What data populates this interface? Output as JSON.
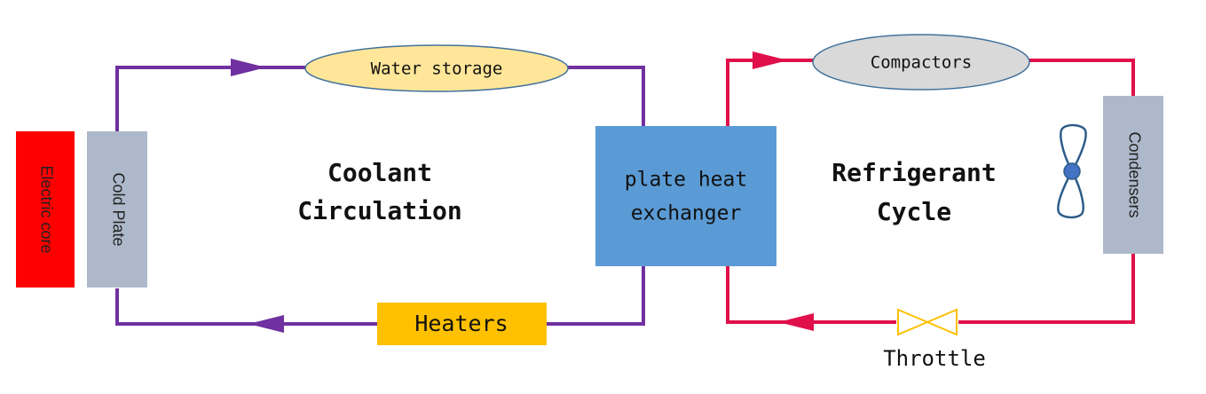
{
  "left_loop": {
    "label_line1": "Coolant",
    "label_line2": "Circulation",
    "color": "#7030A0",
    "electric_core": {
      "label": "Electric core",
      "color": "#FF0000"
    },
    "cold_plate": {
      "label": "Cold Plate",
      "color": "#ADB9CA"
    },
    "water_storage": {
      "label": "Water storage",
      "color": "#FFE699"
    },
    "heaters": {
      "label": "Heaters",
      "color": "#FFC000"
    }
  },
  "exchanger": {
    "label_line1": "plate heat",
    "label_line2": "exchanger",
    "color": "#5B9BD5"
  },
  "right_loop": {
    "label_line1": "Refrigerant",
    "label_line2": "Cycle",
    "color": "#E0104A",
    "compactors": {
      "label": "Compactors",
      "color": "#D9D9D9"
    },
    "condensers": {
      "label": "Condensers",
      "color": "#ADB9CA"
    },
    "throttle": {
      "label": "Throttle",
      "color": "#FFC000"
    },
    "fan_icon": "fan-icon"
  }
}
